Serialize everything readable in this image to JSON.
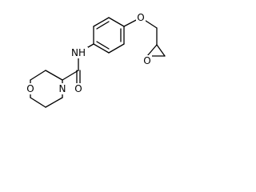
{
  "molecule": {
    "atoms": {
      "ring_n": "N",
      "amide_nh": "NH",
      "carbonyl_o": "O",
      "morpholine_o": "O",
      "ether_o": "O",
      "epoxide_o": "O"
    },
    "colors": {
      "bond": "#000000",
      "label": "#000000",
      "background": "#ffffff"
    }
  }
}
